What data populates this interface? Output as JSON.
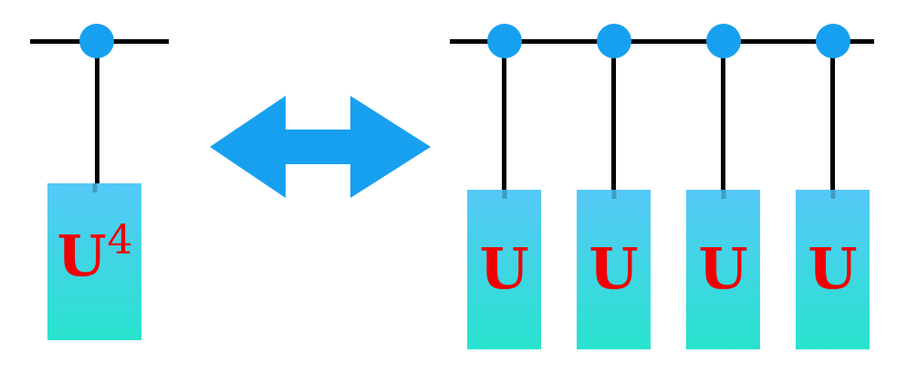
{
  "diagram": {
    "description": "equivalence between one U^4 tensor box and four U tensor boxes",
    "colors": {
      "wire": "#000000",
      "dot": "#18A0F0",
      "arrow": "#18A0F0",
      "box_top": "#55C8F8",
      "box_bottom": "#29E3CE",
      "label": "#EE0000"
    },
    "left": {
      "dots": 1,
      "box_label_base": "U",
      "box_label_exponent": "4"
    },
    "arrow": {
      "kind": "double-headed-horizontal"
    },
    "right": {
      "dots": 4,
      "boxes": [
        {
          "label": "U"
        },
        {
          "label": "U"
        },
        {
          "label": "U"
        },
        {
          "label": "U"
        }
      ]
    }
  }
}
